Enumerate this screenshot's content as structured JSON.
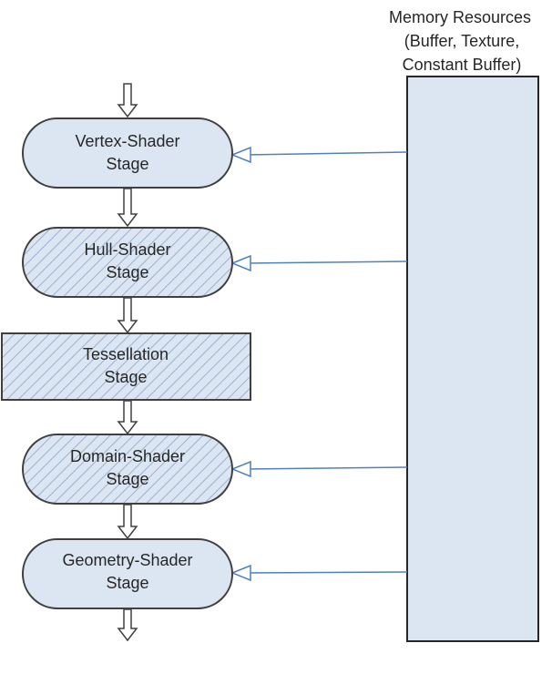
{
  "memory": {
    "label_lines": [
      "Memory Resources",
      "(Buffer, Texture,",
      "Constant Buffer)"
    ]
  },
  "stages": [
    {
      "id": "vertex-shader",
      "lines": [
        "Vertex-Shader",
        "Stage"
      ],
      "shape": "rounded",
      "hatched": false,
      "reads_memory": true
    },
    {
      "id": "hull-shader",
      "lines": [
        "Hull-Shader",
        "Stage"
      ],
      "shape": "rounded",
      "hatched": true,
      "reads_memory": true
    },
    {
      "id": "tessellation",
      "lines": [
        "Tessellation",
        "Stage"
      ],
      "shape": "rectangle",
      "hatched": true,
      "reads_memory": false
    },
    {
      "id": "domain-shader",
      "lines": [
        "Domain-Shader",
        "Stage"
      ],
      "shape": "rounded",
      "hatched": true,
      "reads_memory": true
    },
    {
      "id": "geometry-shader",
      "lines": [
        "Geometry-Shader",
        "Stage"
      ],
      "shape": "rounded",
      "hatched": false,
      "reads_memory": true
    }
  ],
  "colors": {
    "stage_fill": "#dce6f2",
    "stage_stroke": "#404040",
    "hatch": "#9bb1cf",
    "memory_fill": "#dce6f2",
    "connector": "#4f81bd",
    "arrow": "#404040",
    "text": "#262626"
  }
}
